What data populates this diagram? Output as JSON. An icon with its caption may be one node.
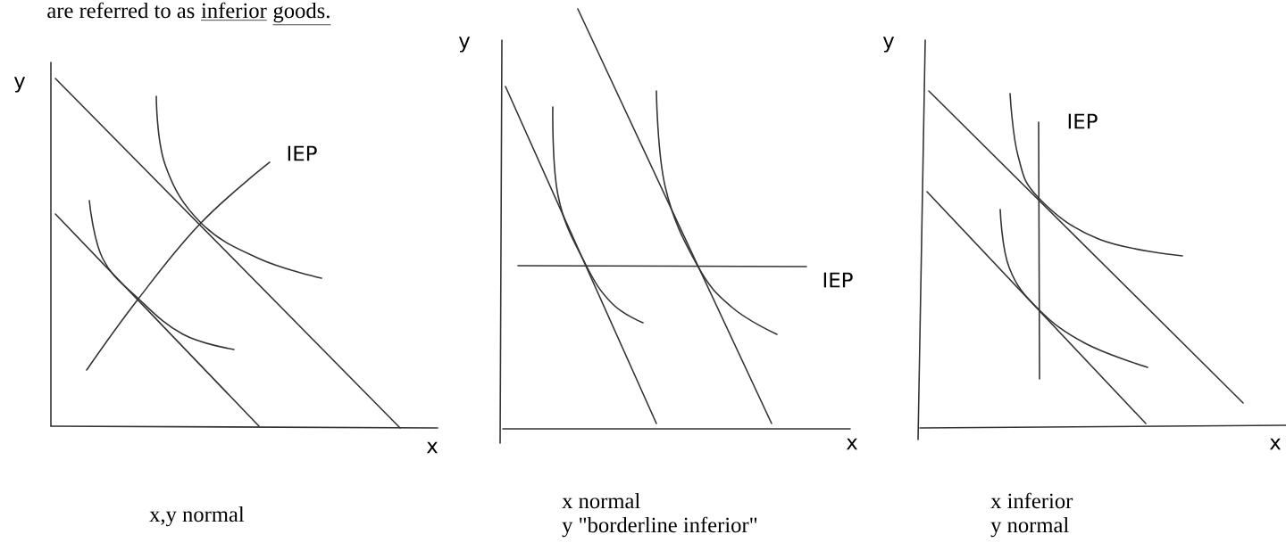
{
  "diagram": {
    "labels": [
      "are referred to as",
      "inferior",
      "goods.",
      "y",
      "IEP",
      "x",
      "y",
      "IEP",
      "x",
      "y",
      "IEP",
      "x",
      "x,y normal",
      "x normal",
      "y \"borderline inferior\"",
      "x inferior",
      "y normal"
    ]
  }
}
